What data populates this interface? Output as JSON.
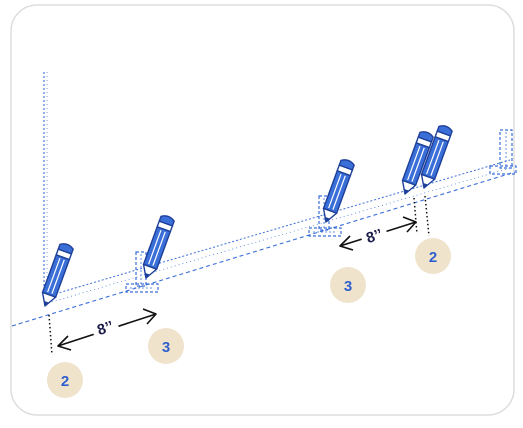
{
  "diagram": {
    "measurements": [
      {
        "text": "8’’"
      },
      {
        "text": "8’’"
      }
    ],
    "badges": [
      {
        "text": "2"
      },
      {
        "text": "3"
      },
      {
        "text": "3"
      },
      {
        "text": "2"
      }
    ],
    "colors": {
      "pencil_blue": "#3b6fd8",
      "pencil_dark": "#1d3f9a",
      "badge_fill": "#efe3cc",
      "badge_text": "#2f5fce",
      "arrow": "#111111",
      "frame_border": "#dddddd"
    }
  }
}
